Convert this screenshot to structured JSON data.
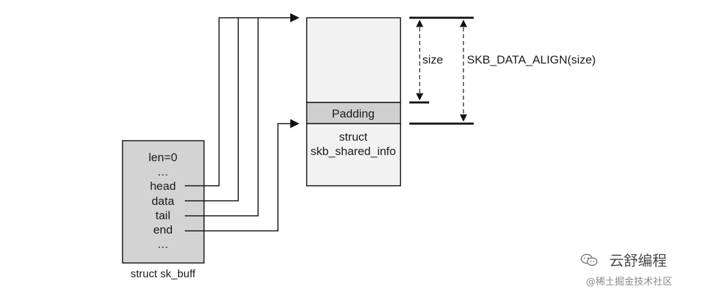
{
  "sk_buff": {
    "fields": [
      "len=0",
      "…",
      "head",
      "data",
      "tail",
      "end",
      "…"
    ],
    "caption": "struct sk_buff"
  },
  "buffer": {
    "padding_label": "Padding",
    "shared_info_line1": "struct",
    "shared_info_line2": "skb_shared_info"
  },
  "dimensions": {
    "size_label": "size",
    "aligned_label": "SKB_DATA_ALIGN(size)"
  },
  "watermark": {
    "line1": "云舒编程",
    "line2": "@稀土掘金技术社区"
  },
  "colors": {
    "sk_buff_fill": "#d3d3d3",
    "data_area_fill": "#f2f2f2",
    "padding_fill": "#cfcfcf",
    "line": "#111111"
  }
}
